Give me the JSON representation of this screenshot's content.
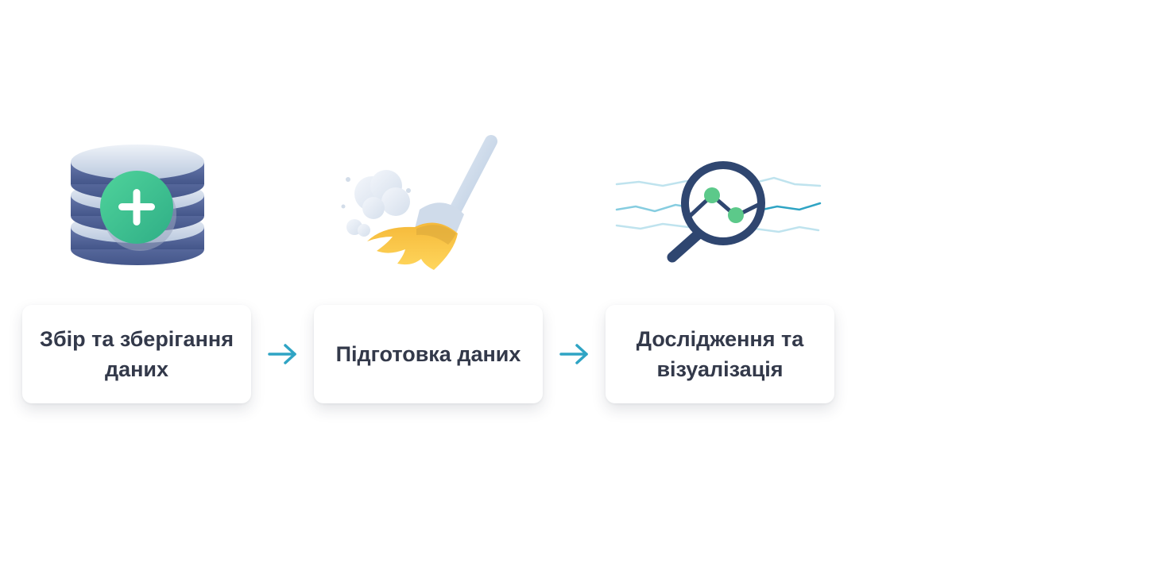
{
  "steps": [
    {
      "label": "Збір та зберігання даних",
      "icon": "database-add-icon"
    },
    {
      "label": "Підготовка даних",
      "icon": "broom-icon"
    },
    {
      "label": "Дослідження та візуалізація",
      "icon": "magnifier-chart-icon"
    }
  ],
  "connectors": [
    "arrow-right-icon",
    "arrow-right-icon"
  ],
  "colors": {
    "text": "#33394a",
    "arrow": "#2fa4c4",
    "db_stroke": "#4e5f96",
    "db_fill": "#c9d6e8",
    "plus_green": "#3fbf8f",
    "broom_yellow": "#f7c948",
    "magnifier_navy": "#2f4670",
    "node_green": "#5cc98a",
    "wave_blue": "#7cc8dd"
  }
}
